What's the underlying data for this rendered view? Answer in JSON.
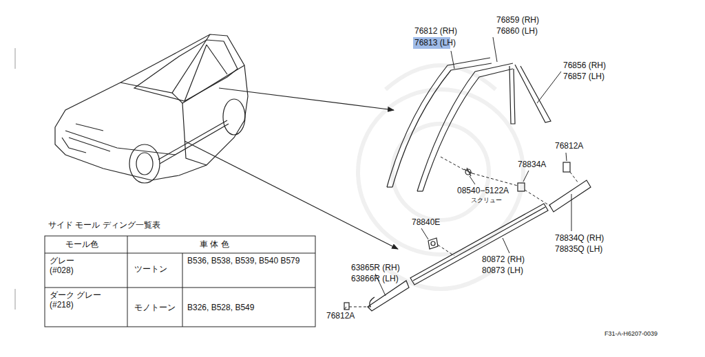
{
  "diagram": {
    "labels": [
      "76812 (RH)",
      "76813 (LH)",
      "76859 (RH)",
      "76860 (LH)",
      "76856 (RH)",
      "76857 (LH)",
      "76812A",
      "78834A",
      "08540−5122A",
      "スクリュー",
      "78840E",
      "78834Q (RH)",
      "78835Q (LH)",
      "80872 (RH)",
      "80873 (LH)",
      "63865R (RH)",
      "63866R (LH)",
      "76812A",
      "サイド モール ディング一覧表",
      "モール色",
      "車 体 色",
      "グレー (#028)",
      "ツートン",
      "B536, B538, B539, B540 B579",
      "ダーク グレー (#218)",
      "モノトーン",
      "B326, B528, B549",
      "F31-A-H6207-0039"
    ]
  }
}
